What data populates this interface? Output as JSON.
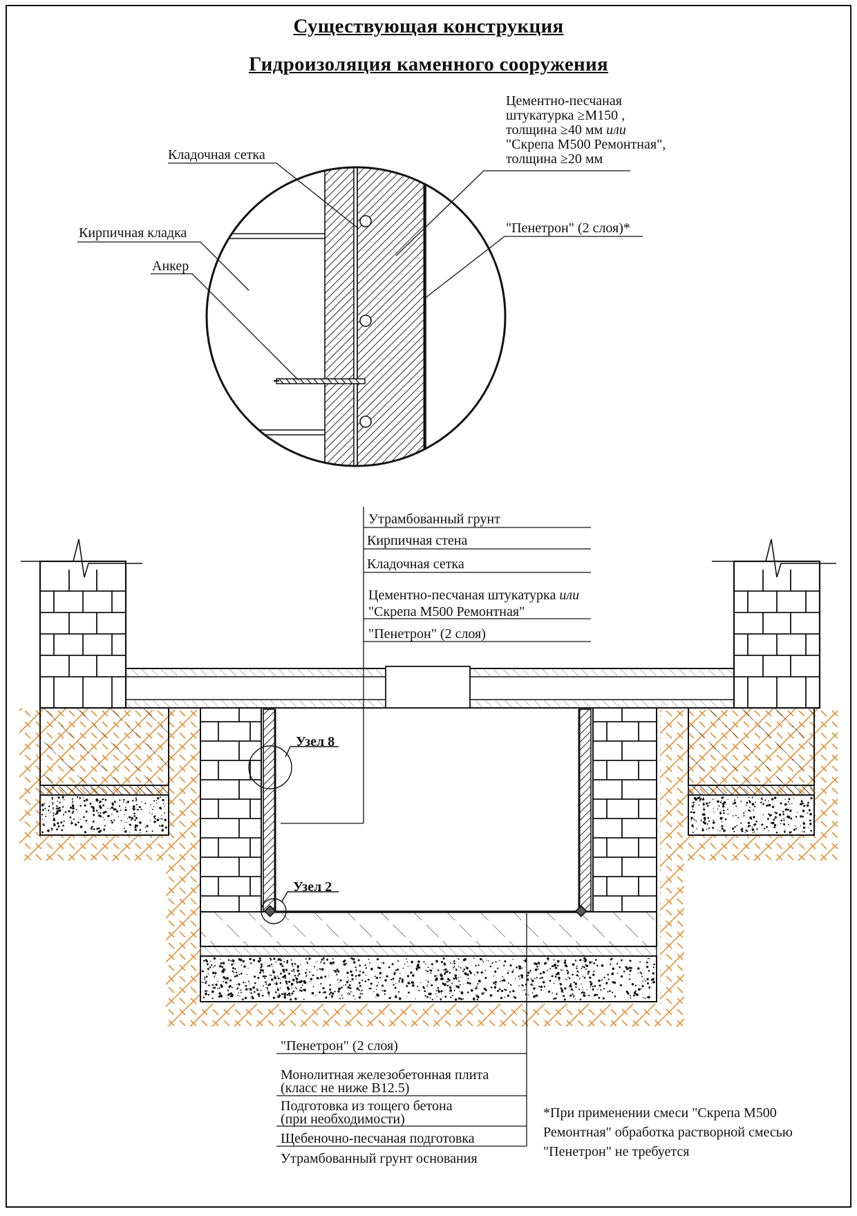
{
  "title": "Существующая конструкция",
  "subtitle": "Гидроизоляция каменного сооружения",
  "detail_labels": {
    "plaster_lines": [
      "Цементно-песчаная",
      "штукатурка ≥М150 ,",
      "толщина ≥40 мм",
      "или",
      "\"Скрепа М500 Ремонтная\",",
      "толщина ≥20 мм"
    ],
    "mesh": "Кладочная сетка",
    "brick": "Кирпичная кладка",
    "anchor": "Анкер",
    "penetron": "\"Пенетрон\" (2 слоя)*"
  },
  "wall_labels": [
    {
      "text": "Утрамбованный грунт"
    },
    {
      "text": "Кирпичная стена"
    },
    {
      "text": "Кладочная сетка"
    },
    {
      "text": "Цементно-песчаная штукатурка",
      "em": "или"
    },
    {
      "text": "\"Скрепа М500 Ремонтная\""
    },
    {
      "text": "\"Пенетрон\" (2 слоя)"
    }
  ],
  "nodes": {
    "node8": "Узел 8",
    "node2": "Узел 2"
  },
  "floor_labels": [
    {
      "lines": [
        "\"Пенетрон\" (2 слоя)"
      ]
    },
    {
      "lines": [
        "Монолитная железобетонная плита",
        "(класс не ниже В12.5)"
      ]
    },
    {
      "lines": [
        "Подготовка из тощего бетона",
        "(при необходимости)"
      ]
    },
    {
      "lines": [
        "Щебеночно-песчаная подготовка"
      ]
    },
    {
      "lines": [
        "Утрамбованный грунт основания"
      ]
    }
  ],
  "footnote": [
    "*При  применении смеси \"Скрепа М500",
    "Ремонтная\" обработка растворной смесью",
    "\"Пенетрон\" не требуется"
  ],
  "colors": {
    "soil_hatch": "#e08a2c",
    "line": "#111111"
  }
}
